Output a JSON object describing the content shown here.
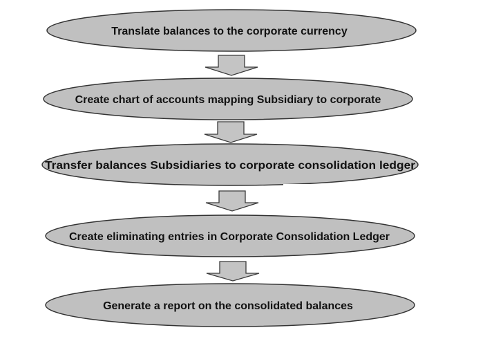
{
  "diagram": {
    "type": "process-flow",
    "colors": {
      "shape_fill": "#c0c0c0",
      "shape_stroke": "#333333",
      "text": "#111111",
      "background": "#ffffff"
    },
    "steps": [
      {
        "label": "Translate balances to the corporate currency"
      },
      {
        "label": "Create chart of accounts mapping Subsidiary to corporate"
      },
      {
        "label": "Transfer balances  Subsidiaries to corporate consolidation ledger"
      },
      {
        "label": "Create eliminating entries in Corporate Consolidation Ledger"
      },
      {
        "label": "Generate a report on the consolidated balances"
      }
    ],
    "connectors": [
      {
        "from": 0,
        "to": 1,
        "icon": "down-arrow-icon"
      },
      {
        "from": 1,
        "to": 2,
        "icon": "down-arrow-icon"
      },
      {
        "from": 2,
        "to": 3,
        "icon": "down-arrow-icon"
      },
      {
        "from": 3,
        "to": 4,
        "icon": "down-arrow-icon"
      }
    ]
  }
}
